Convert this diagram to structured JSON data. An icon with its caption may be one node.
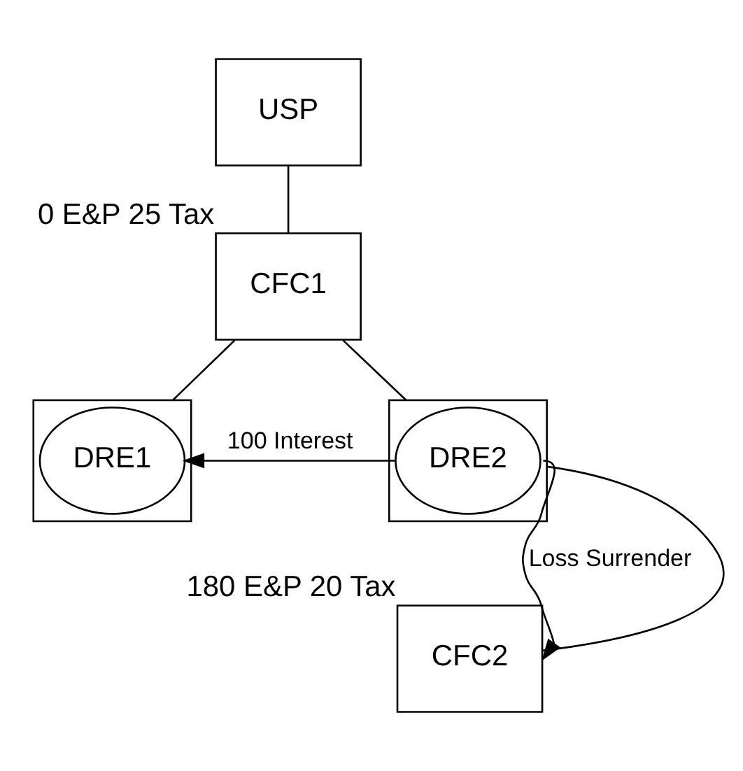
{
  "diagram": {
    "nodes": [
      {
        "text": [
          "USP"
        ]
      },
      {
        "text": [
          "CFC1"
        ],
        "beside": [
          "0 E&P 25 Tax"
        ]
      },
      {
        "text": [],
        "shape": "box"
      },
      {
        "text": [
          "DRE1"
        ],
        "in": 2
      },
      {
        "text": [],
        "shape": "box"
      },
      {
        "text": [
          "DRE2"
        ],
        "in": 4
      },
      {
        "text": [
          "CFC2"
        ],
        "beside": [
          "180 E&P 20 Tax"
        ]
      }
    ],
    "edges": [
      {
        "from": 0,
        "to": 1,
        "arrow": "none"
      },
      {
        "from": 1,
        "to": 2,
        "arrow": "none"
      },
      {
        "from": 1,
        "to": 4,
        "arrow": "none"
      },
      {
        "from": 4,
        "to": 6,
        "arrow": "none"
      },
      {
        "from": 5,
        "to": 3,
        "arrow": "to",
        "label": "100 Interest"
      },
      {
        "from": 5,
        "to": 6,
        "arrow": "to",
        "label": "Loss Surrender"
      }
    ]
  }
}
